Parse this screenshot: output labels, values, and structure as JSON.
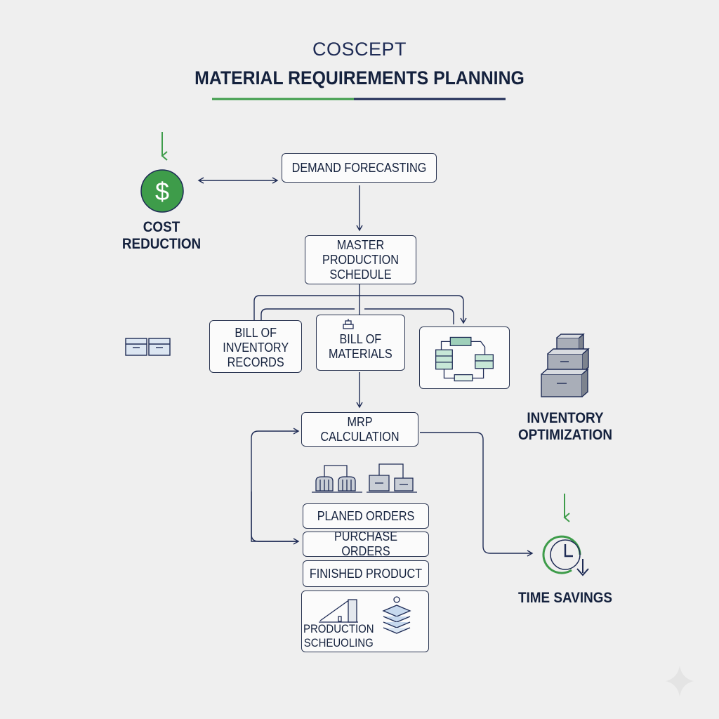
{
  "header": {
    "subtitle": "COSCEPT",
    "title": "MATERIAL REQUIREMENTS PLANNING"
  },
  "nodes": {
    "demand_forecasting": "DEMAND FORECASTING",
    "master_production_schedule": "MASTER\nPRODUCTION\nSCHEDULE",
    "bill_of_inventory_records": "BILL OF\nINVENTORY\nRECORDS",
    "bill_of_materials": "BILL OF\nMATERIALS",
    "mrp_calculation": "MRP CALCULATION",
    "planed_orders": "PLANED ORDERS",
    "purchase_orders": "PURCHASE ORDERS",
    "finished_product": "FINISHED PRODUCT",
    "production_scheduling": "PRODUCTION\nSCHEUOLING"
  },
  "benefits": {
    "cost_reduction": "COST\nREDUCTION",
    "inventory_optimization": "INVENTORY\nOPTIMIZATION",
    "time_savings": "TIME SAVINGS"
  },
  "icons": {
    "cost": "dollar-coin-icon",
    "drawers": "file-drawer-icon",
    "boxes": "stacked-boxes-icon",
    "clock": "clock-icon",
    "network": "process-network-icon",
    "machines": "factory-machines-icon",
    "production": "production-chart-icon",
    "layers": "layers-stack-icon"
  },
  "colors": {
    "accent_green": "#3e9c4a",
    "navy": "#1e2b55",
    "background": "#efefef"
  }
}
